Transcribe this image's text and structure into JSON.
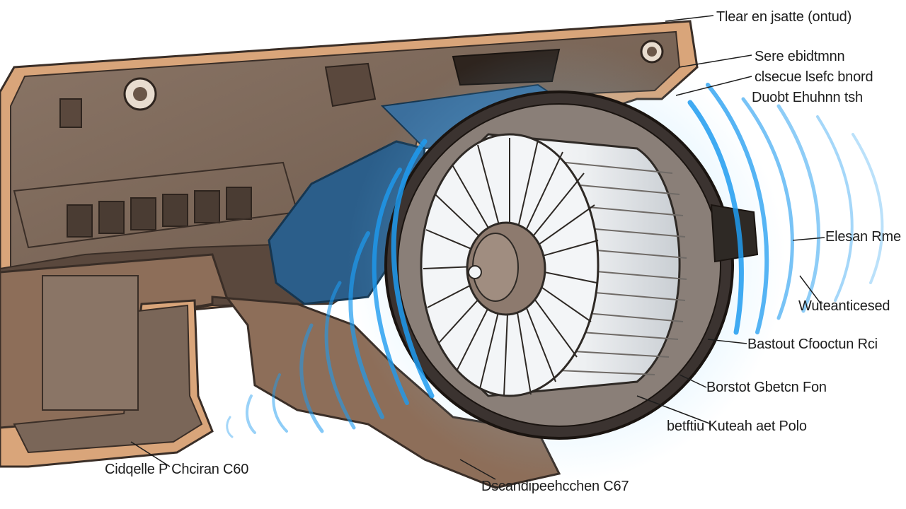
{
  "diagram": {
    "labels": {
      "top": "Tlear en jsatte (ontud)",
      "upper_right_1": "Sere ebidtmnn",
      "upper_right_2": "clsecue lsefc bnord",
      "upper_right_3": "Duobt Ehuhnn tsh",
      "right_1": "Elesan Rme",
      "right_2": "Wuteanticesed",
      "right_3": "Bastout Cfooctun Rci",
      "right_4": "Borstot Gbetcn Fon",
      "right_5": "betftiu Kuteah aet Polo",
      "bottom_left": "Cidqelle P Chciran C60",
      "bottom_center": "Dscandipeehcchen C67"
    },
    "icons": [
      "blower-fan-icon",
      "airflow-waves-icon",
      "dashboard-housing-icon"
    ],
    "colors": {
      "housing_edge": "#d9a57a",
      "housing_body": "#7a6658",
      "housing_dark": "#4a3c33",
      "airflow": "#1e9bf0",
      "duct_blue": "#2b5e8a",
      "fan_blade": "#f3f5f7"
    }
  }
}
